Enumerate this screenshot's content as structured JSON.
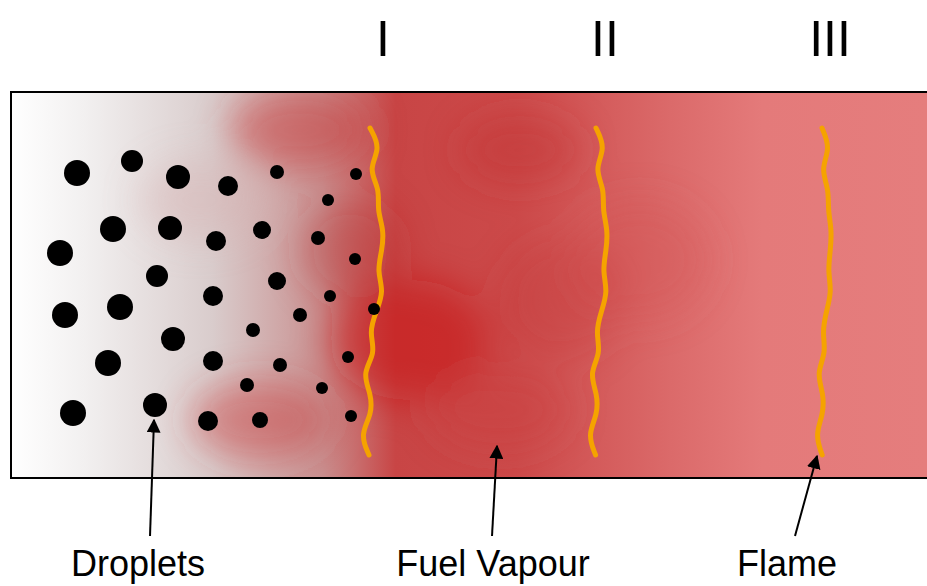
{
  "diagram": {
    "labels": [
      "I",
      "II",
      "III",
      "Droplets",
      "Fuel Vapour",
      "Flame"
    ]
  }
}
